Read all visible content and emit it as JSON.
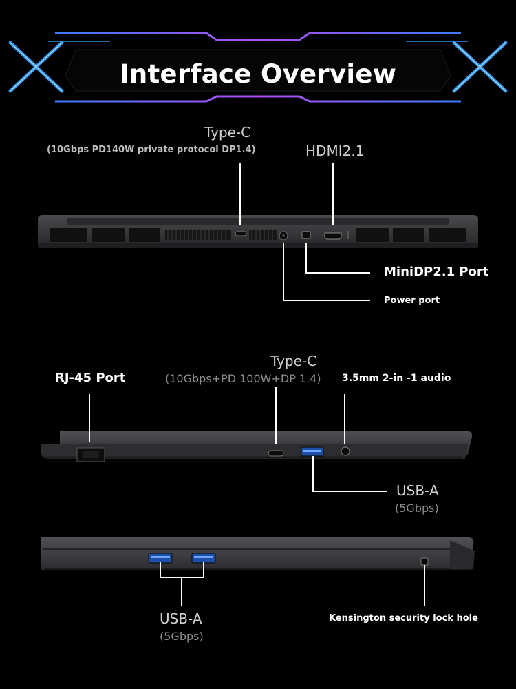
{
  "header": {
    "title": "Interface Overview"
  },
  "rear_view": {
    "typec_label": "Type-C",
    "typec_spec": "(10Gbps PD140W private protocol DP1.4)",
    "hdmi_label": "HDMI2.1",
    "minidp_label": "MiniDP2.1 Port",
    "power_label": "Power port"
  },
  "left_view": {
    "rj45_label": "RJ-45 Port",
    "typec_label": "Type-C",
    "typec_spec": "(10Gbps+PD 100W+DP 1.4)",
    "audio_label": "3.5mm 2-in -1 audio",
    "usba_label": "USB-A",
    "usba_spec": "(5Gbps)"
  },
  "right_view": {
    "usba_label": "USB-A",
    "usba_spec": "(5Gbps)",
    "kensington_label": "Kensington security lock hole"
  },
  "colors": {
    "background": "#000000",
    "frame_blue": "#2f8fe6",
    "frame_purple": "#9a44e0",
    "laptop_body": "#3a3a3c",
    "leader_line": "#ffffff"
  }
}
